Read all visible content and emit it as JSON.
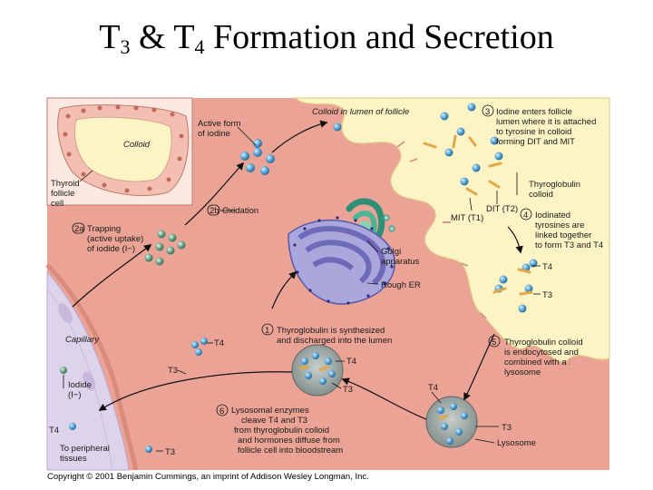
{
  "title": {
    "prefix": "T",
    "sub1": "3",
    "mid": " & T",
    "sub2": "4",
    "suffix": " Formation and Secretion"
  },
  "labels": {
    "colloid": "Colloid",
    "thyroid_cell": [
      "Thyroid",
      "follicle",
      "cell"
    ],
    "active_iodine": [
      "Active form",
      "of iodine"
    ],
    "colloid_lumen": "Colloid in lumen of follicle",
    "step2b_num": "2b",
    "step2b": "Oxidation",
    "step2a_num": "2a",
    "step2a": [
      "Trapping",
      "(active uptake)",
      "of iodide (I−)"
    ],
    "step3_num": "3",
    "step3": [
      "Iodine enters follicle",
      "lumen where it is attached",
      "to tyrosine in colloid",
      "forming DIT and MIT"
    ],
    "thyroglobulin_colloid": [
      "Thyroglobulin",
      "colloid"
    ],
    "dit": "DIT (T2)",
    "mit": "MIT (T1)",
    "step4_num": "4",
    "step4": [
      "Iodinated",
      "tyrosines are",
      "linked together",
      "to form T3 and T4"
    ],
    "golgi": [
      "Golgi",
      "apparatus"
    ],
    "rough_er": "Rough ER",
    "step1_num": "1",
    "step1": [
      "Thyroglobulin is synthesized",
      "and discharged into the lumen"
    ],
    "capillary": "Capillary",
    "t4": "T4",
    "t3": "T3",
    "iodide": [
      "Iodide",
      "(I−)"
    ],
    "to_tissues": [
      "To peripheral",
      "tissues"
    ],
    "step5_num": "5",
    "step5": [
      "Thyroglobulin colloid",
      "is endocytosed and",
      "combined with a",
      "lysosome"
    ],
    "step6_num": "6",
    "step6": [
      "Lysosomal enzymes",
      "cleave T4 and T3",
      "from thyroglobulin colloid",
      "and hormones diffuse from",
      "follicle cell into bloodstream"
    ],
    "lysosome": "Lysosome"
  },
  "copyright": "Copyright © 2001 Benjamin Cummings, an imprint of Addison Wesley Longman, Inc.",
  "colors": {
    "cell": "#eba395",
    "cell_dark": "#de8c80",
    "colloid": "#fdf4c6",
    "capillary": "#ddd4ec",
    "iodine": "#5aa6d6",
    "tyrosine": "#e0a84a"
  }
}
